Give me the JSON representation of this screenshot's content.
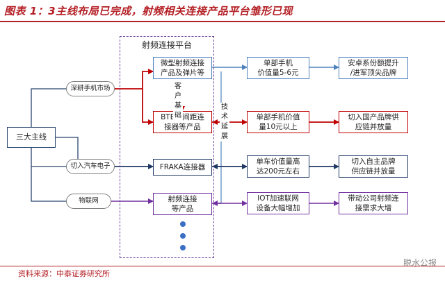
{
  "header": {
    "title": "图表 1：3主线布局已完成，射频相关连接产品平台雏形已现"
  },
  "footer": {
    "source": "资料来源：中泰证券研究所",
    "watermark": "脱水公报"
  },
  "diagram": {
    "root": "三大主线",
    "platform_title": "射频连接平台",
    "categories": [
      "深耕手机市场",
      "切入汽车电子",
      "物联网"
    ],
    "products": [
      "微型射频连接\n产品及弹片等",
      "BTB等间距连\n接器等产品",
      "FRAKA连接器",
      "射频连接\n等产品"
    ],
    "values": [
      "单部手机\n价值量5-6元",
      "单部手机价值\n量10元以上",
      "单车价值量高\n达200元左右",
      "IOT加速联网\n设备大幅增加"
    ],
    "outcomes": [
      "安卓系份额提升\n/进军顶尖品牌",
      "切入国产品牌供\n应链并放量",
      "切入自主品牌\n供应链并放量",
      "带动公司射频连\n接需求大增"
    ],
    "customer_base": "客\n户\n基\n础",
    "tech_extension": "技\n术\n延\n展"
  },
  "colors": {
    "brand_red": "#b41f24",
    "blue": "#4f81bd",
    "red": "#c00000",
    "navy": "#1f3864",
    "purple": "#7030a0"
  }
}
